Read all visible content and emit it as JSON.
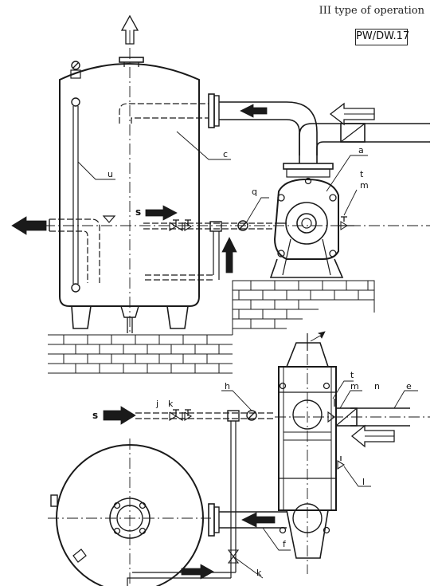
{
  "header": {
    "title": "III type of operation",
    "code": "PW/DW.17"
  },
  "labels": {
    "a": "a",
    "c": "c",
    "e": "e",
    "f": "f",
    "h": "h",
    "j": "j",
    "k_top": "k",
    "k_bottom": "k",
    "l": "l",
    "m_top": "m",
    "m_bottom": "m",
    "n": "n",
    "q": "q",
    "s_top": "s",
    "s_bottom": "s",
    "t_top": "t",
    "t_bottom": "t",
    "u": "u"
  }
}
